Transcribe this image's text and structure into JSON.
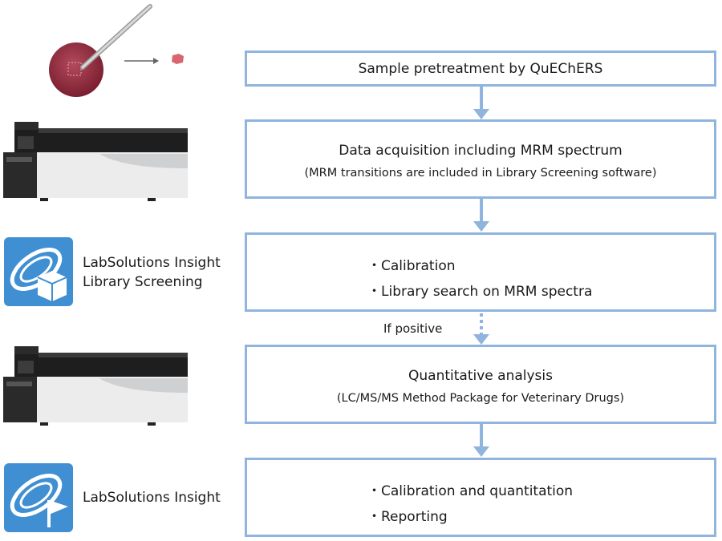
{
  "steps": [
    {
      "id": "s1",
      "text": "Sample pretreatment by QuEChERS"
    },
    {
      "id": "s2",
      "text": "Data acquisition including MRM spectrum",
      "subtext": "(MRM transitions are included in Library Screening software)"
    },
    {
      "id": "s3",
      "bullets": [
        "Calibration",
        "Library search on MRM spectra"
      ]
    },
    {
      "id": "s4",
      "text": "Quantitative analysis",
      "subtext": "(LC/MS/MS Method Package for Veterinary Drugs)"
    },
    {
      "id": "s5",
      "bullets": [
        "Calibration and quantitation",
        "Reporting"
      ]
    }
  ],
  "conditional_label": "If positive",
  "software_labels": [
    {
      "line1": "LabSolutions Insight",
      "line2": "Library Screening"
    },
    {
      "line1": "LabSolutions Insight"
    }
  ],
  "bullet_char": "・",
  "colors": {
    "box_border": "#8fb4dd",
    "arrow": "#8fb4dd",
    "icon_blue": "#3f8fd2"
  },
  "icons": [
    "sample-dish-icon",
    "lcms-instrument-icon",
    "labsolutions-library-icon",
    "labsolutions-insight-icon"
  ]
}
